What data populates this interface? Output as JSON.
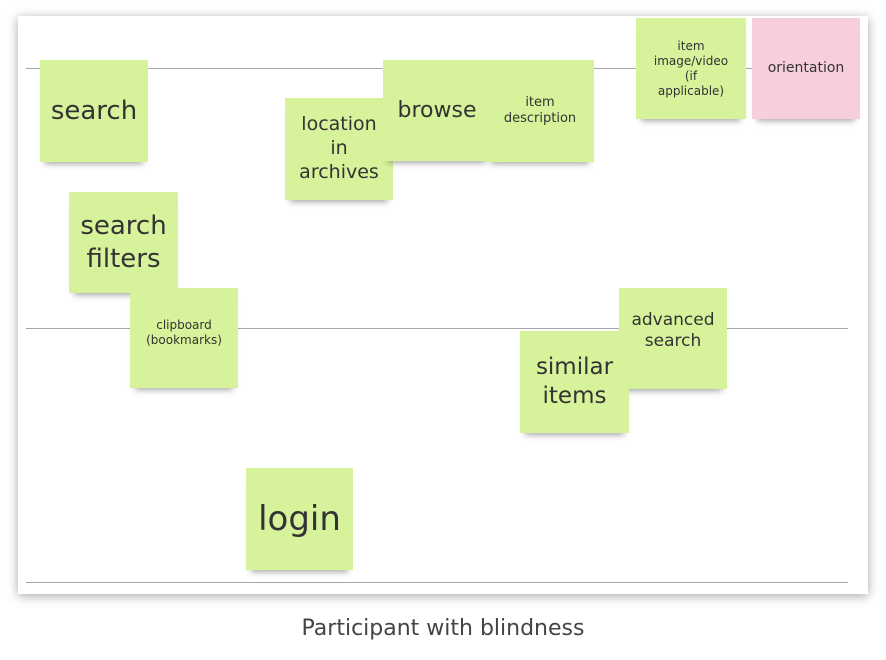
{
  "notes": {
    "search": "search",
    "search_filters": "search\nfilters",
    "clipboard": "clipboard\n(bookmarks)",
    "location": "location\nin\narchives",
    "browse": "browse",
    "item_description": "item\ndescription",
    "item_image_video": "item\nimage/video\n(if\napplicable)",
    "orientation": "orientation",
    "advanced_search": "advanced\nsearch",
    "similar_items": "similar\nitems",
    "login": "login"
  },
  "colors": {
    "note_green": "#d6f29a",
    "note_pink": "#f6cfdb"
  },
  "caption": "Participant with blindness"
}
